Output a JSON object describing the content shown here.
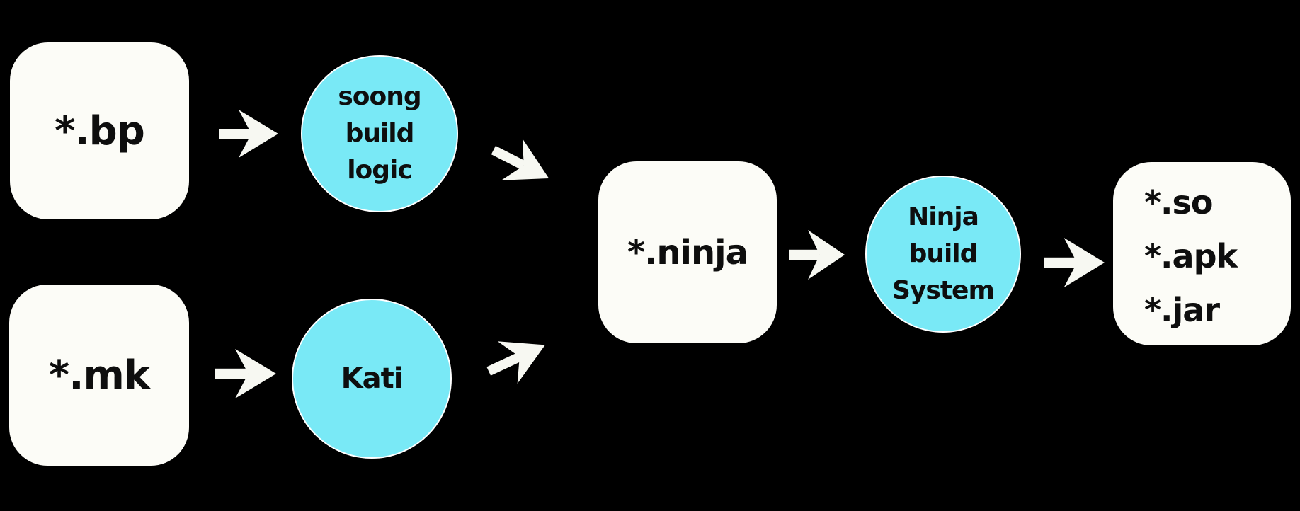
{
  "colors": {
    "background": "#000000",
    "node_fill": "#FCFCF7",
    "accent_cyan": "#79E9F6",
    "text": "#0E0E0E",
    "arrow": "#F7F8F2"
  },
  "nodes": {
    "bp": {
      "label": "*.bp"
    },
    "mk": {
      "label": "*.mk"
    },
    "soong": {
      "lines": [
        "soong",
        "build",
        "logic"
      ]
    },
    "kati": {
      "label": "Kati"
    },
    "ninja_file": {
      "label": "*.ninja"
    },
    "ninja_build": {
      "lines": [
        "Ninja",
        "build",
        "System"
      ]
    },
    "outputs": {
      "lines": [
        "*.so",
        "*.apk",
        "*.jar"
      ]
    }
  },
  "edges": [
    {
      "from": "bp",
      "to": "soong"
    },
    {
      "from": "mk",
      "to": "kati"
    },
    {
      "from": "soong",
      "to": "ninja_file"
    },
    {
      "from": "kati",
      "to": "ninja_file"
    },
    {
      "from": "ninja_file",
      "to": "ninja_build"
    },
    {
      "from": "ninja_build",
      "to": "outputs"
    }
  ]
}
